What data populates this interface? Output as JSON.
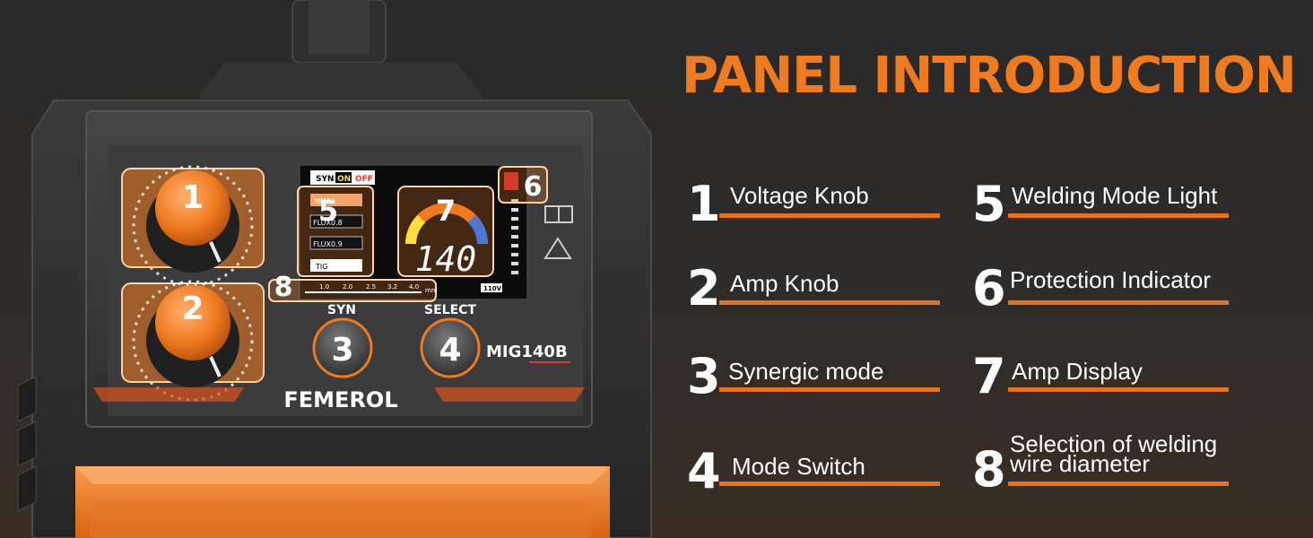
{
  "title": "PANEL INTRODUCTION",
  "colors": {
    "accent": "#f07a1e",
    "text": "#ffffff",
    "background": "#2b2a29"
  },
  "machine": {
    "brand": "FEMEROL",
    "model": "MIG140B",
    "syn_label": "SYN",
    "select_label": "SELECT",
    "syn_button": "3",
    "select_button": "4",
    "knob_voltage": "1",
    "knob_amp": "2",
    "display": {
      "syn_text": "SYN",
      "on_text": "ON",
      "off_text": "OFF",
      "modes": [
        "MMA",
        "FLUX0.8",
        "FLUX0.9",
        "TIG"
      ],
      "amp_value": "140",
      "voltage_tag": "110V",
      "wire_sizes": [
        "1.0",
        "2.0",
        "2.5",
        "3.2",
        "4.0"
      ],
      "wire_unit": "mm",
      "marker_5": "5",
      "marker_6": "6",
      "marker_7": "7",
      "marker_8": "8"
    }
  },
  "features": [
    {
      "number": "1",
      "label": "Voltage Knob"
    },
    {
      "number": "2",
      "label": "Amp Knob"
    },
    {
      "number": "3",
      "label": "Synergic mode"
    },
    {
      "number": "4",
      "label": "Mode Switch"
    },
    {
      "number": "5",
      "label": "Welding Mode Light"
    },
    {
      "number": "6",
      "label": "Protection Indicator"
    },
    {
      "number": "7",
      "label": "Amp Display"
    },
    {
      "number": "8",
      "label": "Selection of welding wire diameter"
    }
  ]
}
